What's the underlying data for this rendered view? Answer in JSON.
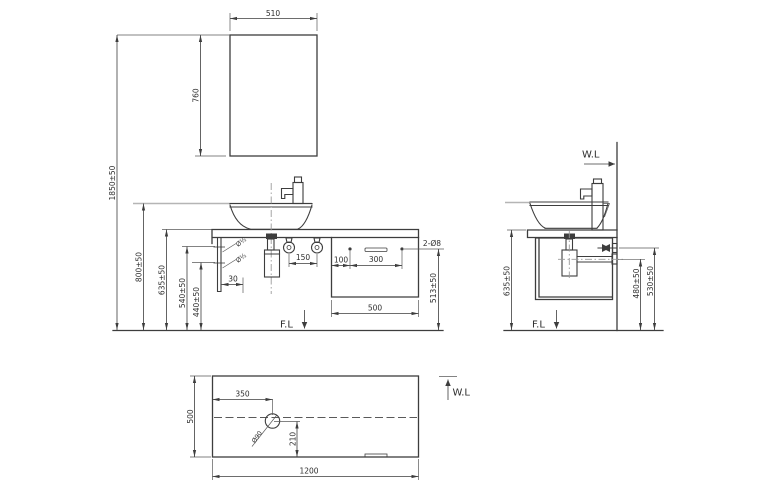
{
  "colors": {
    "line": "#3d3d3d",
    "light_line": "#b5b5b5",
    "background": "#ffffff"
  },
  "front_view": {
    "mirror_width": "510",
    "mirror_height": "760",
    "overall_height": "1850±50",
    "basin_rim_height": "800±50",
    "countertop_height": "635±50",
    "supply_height": "540±50",
    "drain_height": "440±50",
    "pipe_wall_offset": "30",
    "supply_pipe_label_1": "Ø½",
    "supply_pipe_label_2": "Ø½",
    "valve_spacing": "150",
    "hole_edge_offset": "100",
    "hole_spacing": "300",
    "mounting_holes_note": "2-Ø8",
    "hole_height": "513±50",
    "cabinet_width": "500",
    "floor_line_label": "F.L"
  },
  "side_view": {
    "wall_line_label": "W.L",
    "countertop_height": "635±50",
    "drain_outlet_height": "480±50",
    "valve_height": "530±50",
    "floor_line_label": "F.L"
  },
  "plan_view": {
    "cabinet_length": "1200",
    "cabinet_depth": "500",
    "drain_from_left": "350",
    "drain_from_front": "210",
    "drain_hole_label": "Ø90",
    "wall_line_label": "W.L"
  }
}
